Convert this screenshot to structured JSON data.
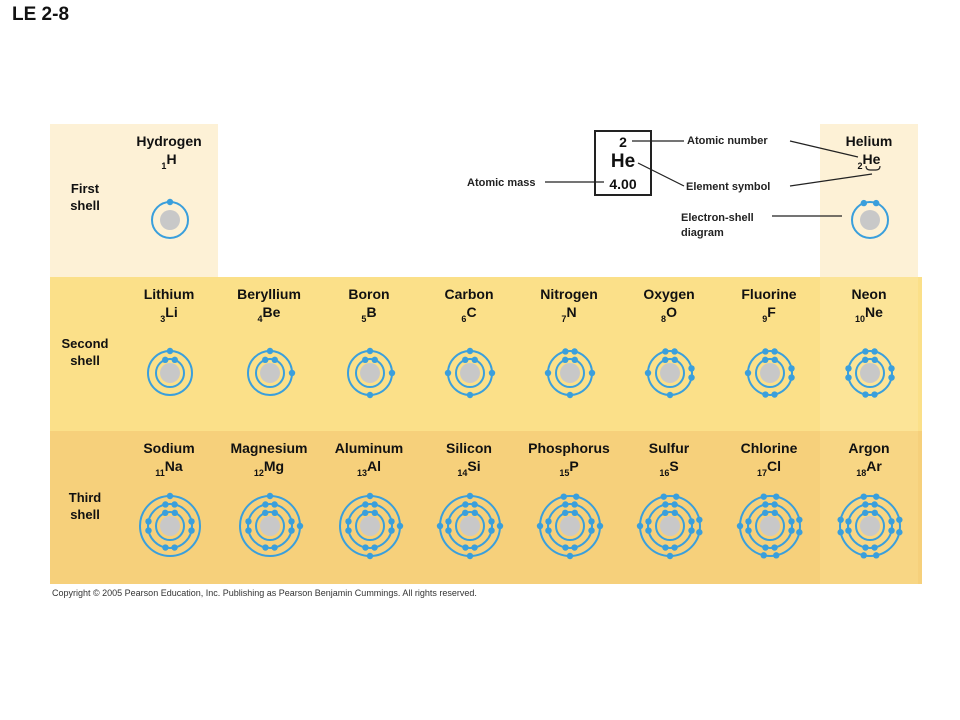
{
  "figure_label": "LE 2-8",
  "shell_labels": [
    "First\nshell",
    "Second\nshell",
    "Third\nshell"
  ],
  "key": {
    "atomic_number": "2",
    "symbol": "He",
    "atomic_mass": "4.00",
    "atomic_number_label": "Atomic number",
    "element_symbol_label": "Element symbol",
    "atomic_mass_label": "Atomic mass",
    "shell_diagram_label": "Electron-shell\ndiagram"
  },
  "colors": {
    "row1": "#fdf1d6",
    "row2": "#fbe089",
    "row3": "#f6d07b",
    "hcol1": "#fdf1d6",
    "hcol2": "#fce497",
    "hcol3": "#f8d684",
    "orbit": "#3a9fdc",
    "nucleus": "#c8c8c8"
  },
  "elements": [
    {
      "name": "Hydrogen",
      "z": "1",
      "symbol": "H",
      "row": 0,
      "col": 1,
      "shells": [
        1
      ]
    },
    {
      "name": "Helium",
      "z": "2",
      "symbol": "He",
      "row": 0,
      "col": 8,
      "shells": [
        2
      ]
    },
    {
      "name": "Lithium",
      "z": "3",
      "symbol": "Li",
      "row": 1,
      "col": 1,
      "shells": [
        2,
        1
      ]
    },
    {
      "name": "Beryllium",
      "z": "4",
      "symbol": "Be",
      "row": 1,
      "col": 2,
      "shells": [
        2,
        2
      ]
    },
    {
      "name": "Boron",
      "z": "5",
      "symbol": "B",
      "row": 1,
      "col": 3,
      "shells": [
        2,
        3
      ]
    },
    {
      "name": "Carbon",
      "z": "6",
      "symbol": "C",
      "row": 1,
      "col": 4,
      "shells": [
        2,
        4
      ]
    },
    {
      "name": "Nitrogen",
      "z": "7",
      "symbol": "N",
      "row": 1,
      "col": 5,
      "shells": [
        2,
        5
      ]
    },
    {
      "name": "Oxygen",
      "z": "8",
      "symbol": "O",
      "row": 1,
      "col": 6,
      "shells": [
        2,
        6
      ]
    },
    {
      "name": "Fluorine",
      "z": "9",
      "symbol": "F",
      "row": 1,
      "col": 7,
      "shells": [
        2,
        7
      ]
    },
    {
      "name": "Neon",
      "z": "10",
      "symbol": "Ne",
      "row": 1,
      "col": 8,
      "shells": [
        2,
        8
      ]
    },
    {
      "name": "Sodium",
      "z": "11",
      "symbol": "Na",
      "row": 2,
      "col": 1,
      "shells": [
        2,
        8,
        1
      ]
    },
    {
      "name": "Magnesium",
      "z": "12",
      "symbol": "Mg",
      "row": 2,
      "col": 2,
      "shells": [
        2,
        8,
        2
      ]
    },
    {
      "name": "Aluminum",
      "z": "13",
      "symbol": "Al",
      "row": 2,
      "col": 3,
      "shells": [
        2,
        8,
        3
      ]
    },
    {
      "name": "Silicon",
      "z": "14",
      "symbol": "Si",
      "row": 2,
      "col": 4,
      "shells": [
        2,
        8,
        4
      ]
    },
    {
      "name": "Phosphorus",
      "z": "15",
      "symbol": "P",
      "row": 2,
      "col": 5,
      "shells": [
        2,
        8,
        5
      ]
    },
    {
      "name": "Sulfur",
      "z": "16",
      "symbol": "S",
      "row": 2,
      "col": 6,
      "shells": [
        2,
        8,
        6
      ]
    },
    {
      "name": "Chlorine",
      "z": "17",
      "symbol": "Cl",
      "row": 2,
      "col": 7,
      "shells": [
        2,
        8,
        7
      ]
    },
    {
      "name": "Argon",
      "z": "18",
      "symbol": "Ar",
      "row": 2,
      "col": 8,
      "shells": [
        2,
        8,
        8
      ]
    }
  ],
  "copyright": "Copyright © 2005 Pearson Education, Inc. Publishing as Pearson Benjamin Cummings. All rights reserved."
}
